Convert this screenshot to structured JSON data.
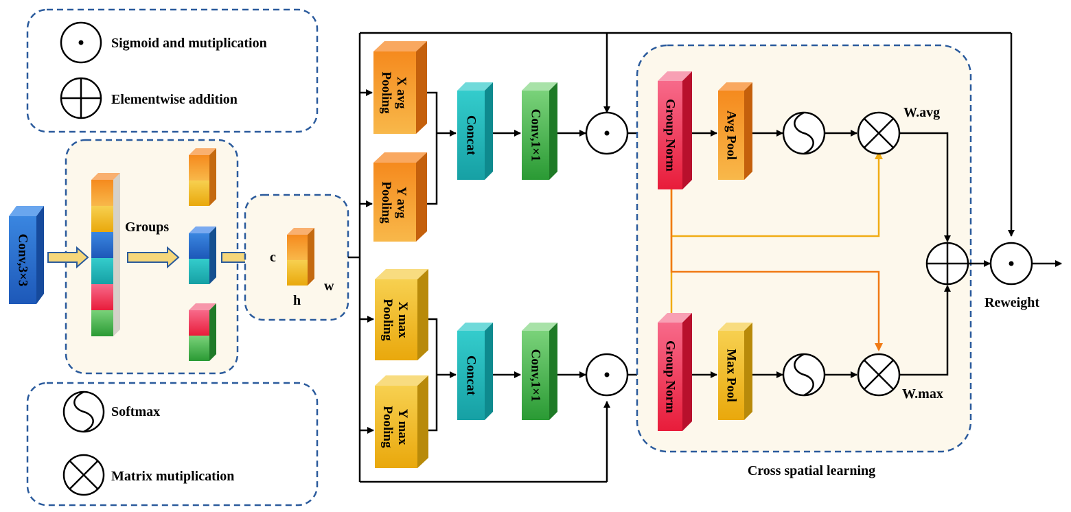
{
  "legend": {
    "sigmoid": "Sigmoid and mutiplication",
    "add": "Elementwise addition",
    "softmax": "Softmax",
    "matmul": "Matrix mutiplication"
  },
  "conv_block": "Conv,3×3",
  "groups_label": "Groups",
  "tensor": {
    "c": "c",
    "h": "h",
    "w": "w"
  },
  "pool": {
    "x_avg": [
      "X avg",
      "Pooling"
    ],
    "y_avg": [
      "Y avg",
      "Pooling"
    ],
    "x_max": [
      "X max",
      "Pooling"
    ],
    "y_max": [
      "Y max",
      "Pooling"
    ]
  },
  "concat": "Concat",
  "conv1x1": "Conv,1×1",
  "group_norm": "Group Norm",
  "avg_pool": "Avg Pool",
  "max_pool": "Max Pool",
  "w_avg": "W.avg",
  "w_max": "W.max",
  "reweight": "Reweight",
  "cross_spatial": "Cross spatial learning",
  "colors": {
    "orange": "#f07c10",
    "yellow": "#f0bc10",
    "blue": "#2f6fd0",
    "teal": "#1fb8b8",
    "red": "#ee2e4e",
    "green": "#3aae3a",
    "dash": "#2a5a9c",
    "panel": "#fdf8ec",
    "orange_line": "#f07a14",
    "yellow_line": "#f0ac14"
  }
}
